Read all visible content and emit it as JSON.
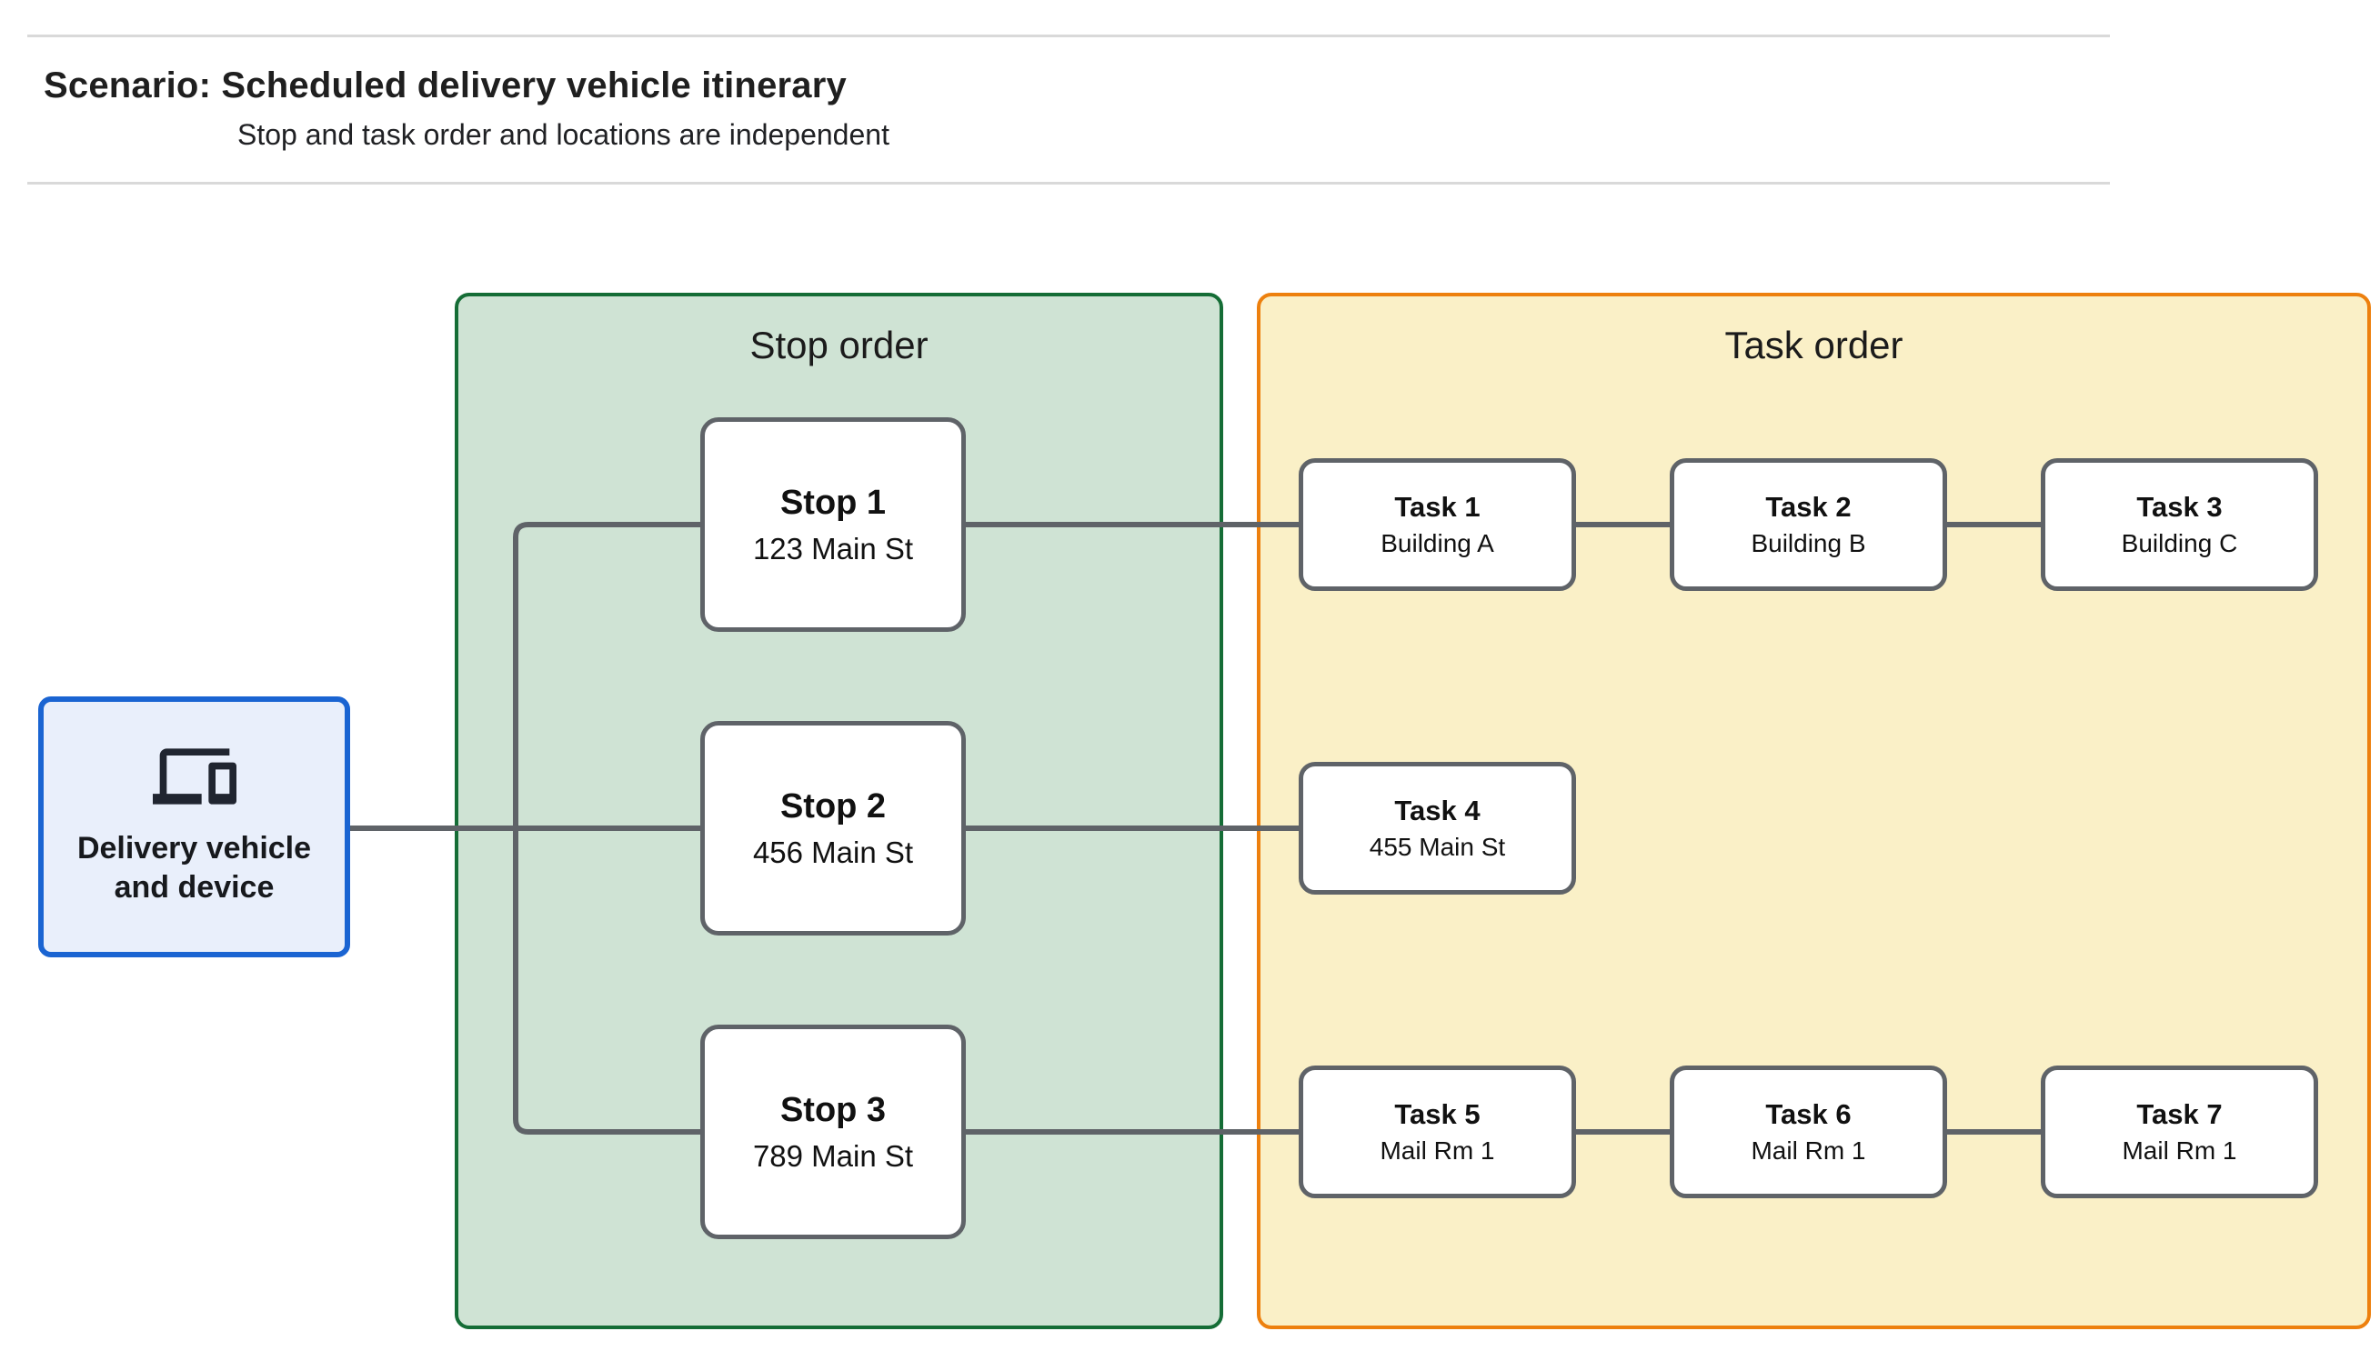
{
  "header": {
    "title_prefix": "Scenario:",
    "title_main": "Scheduled delivery vehicle itinerary",
    "subtitle": "Stop and task order and locations are independent"
  },
  "delivery": {
    "label_line1": "Delivery vehicle",
    "label_line2": "and device",
    "icon": "devices-icon"
  },
  "stop_panel": {
    "title": "Stop order",
    "stops": [
      {
        "name": "Stop 1",
        "location": "123 Main St"
      },
      {
        "name": "Stop 2",
        "location": "456 Main St"
      },
      {
        "name": "Stop 3",
        "location": "789 Main St"
      }
    ]
  },
  "task_panel": {
    "title": "Task order",
    "tasks": [
      {
        "name": "Task 1",
        "location": "Building A"
      },
      {
        "name": "Task 2",
        "location": "Building B"
      },
      {
        "name": "Task 3",
        "location": "Building C"
      },
      {
        "name": "Task 4",
        "location": "455 Main St"
      },
      {
        "name": "Task 5",
        "location": "Mail Rm 1"
      },
      {
        "name": "Task 6",
        "location": "Mail Rm 1"
      },
      {
        "name": "Task 7",
        "location": "Mail Rm 1"
      }
    ]
  },
  "colors": {
    "stop_panel_fill": "#CFE3D4",
    "stop_panel_border": "#156D36",
    "task_panel_fill": "#FAF0C7",
    "task_panel_border": "#ED800E",
    "delivery_fill": "#E9EFFB",
    "delivery_border": "#1A64D2",
    "node_border": "#5F6368",
    "connector_line": "#5F6368",
    "divider_line": "#D9D9D9"
  }
}
